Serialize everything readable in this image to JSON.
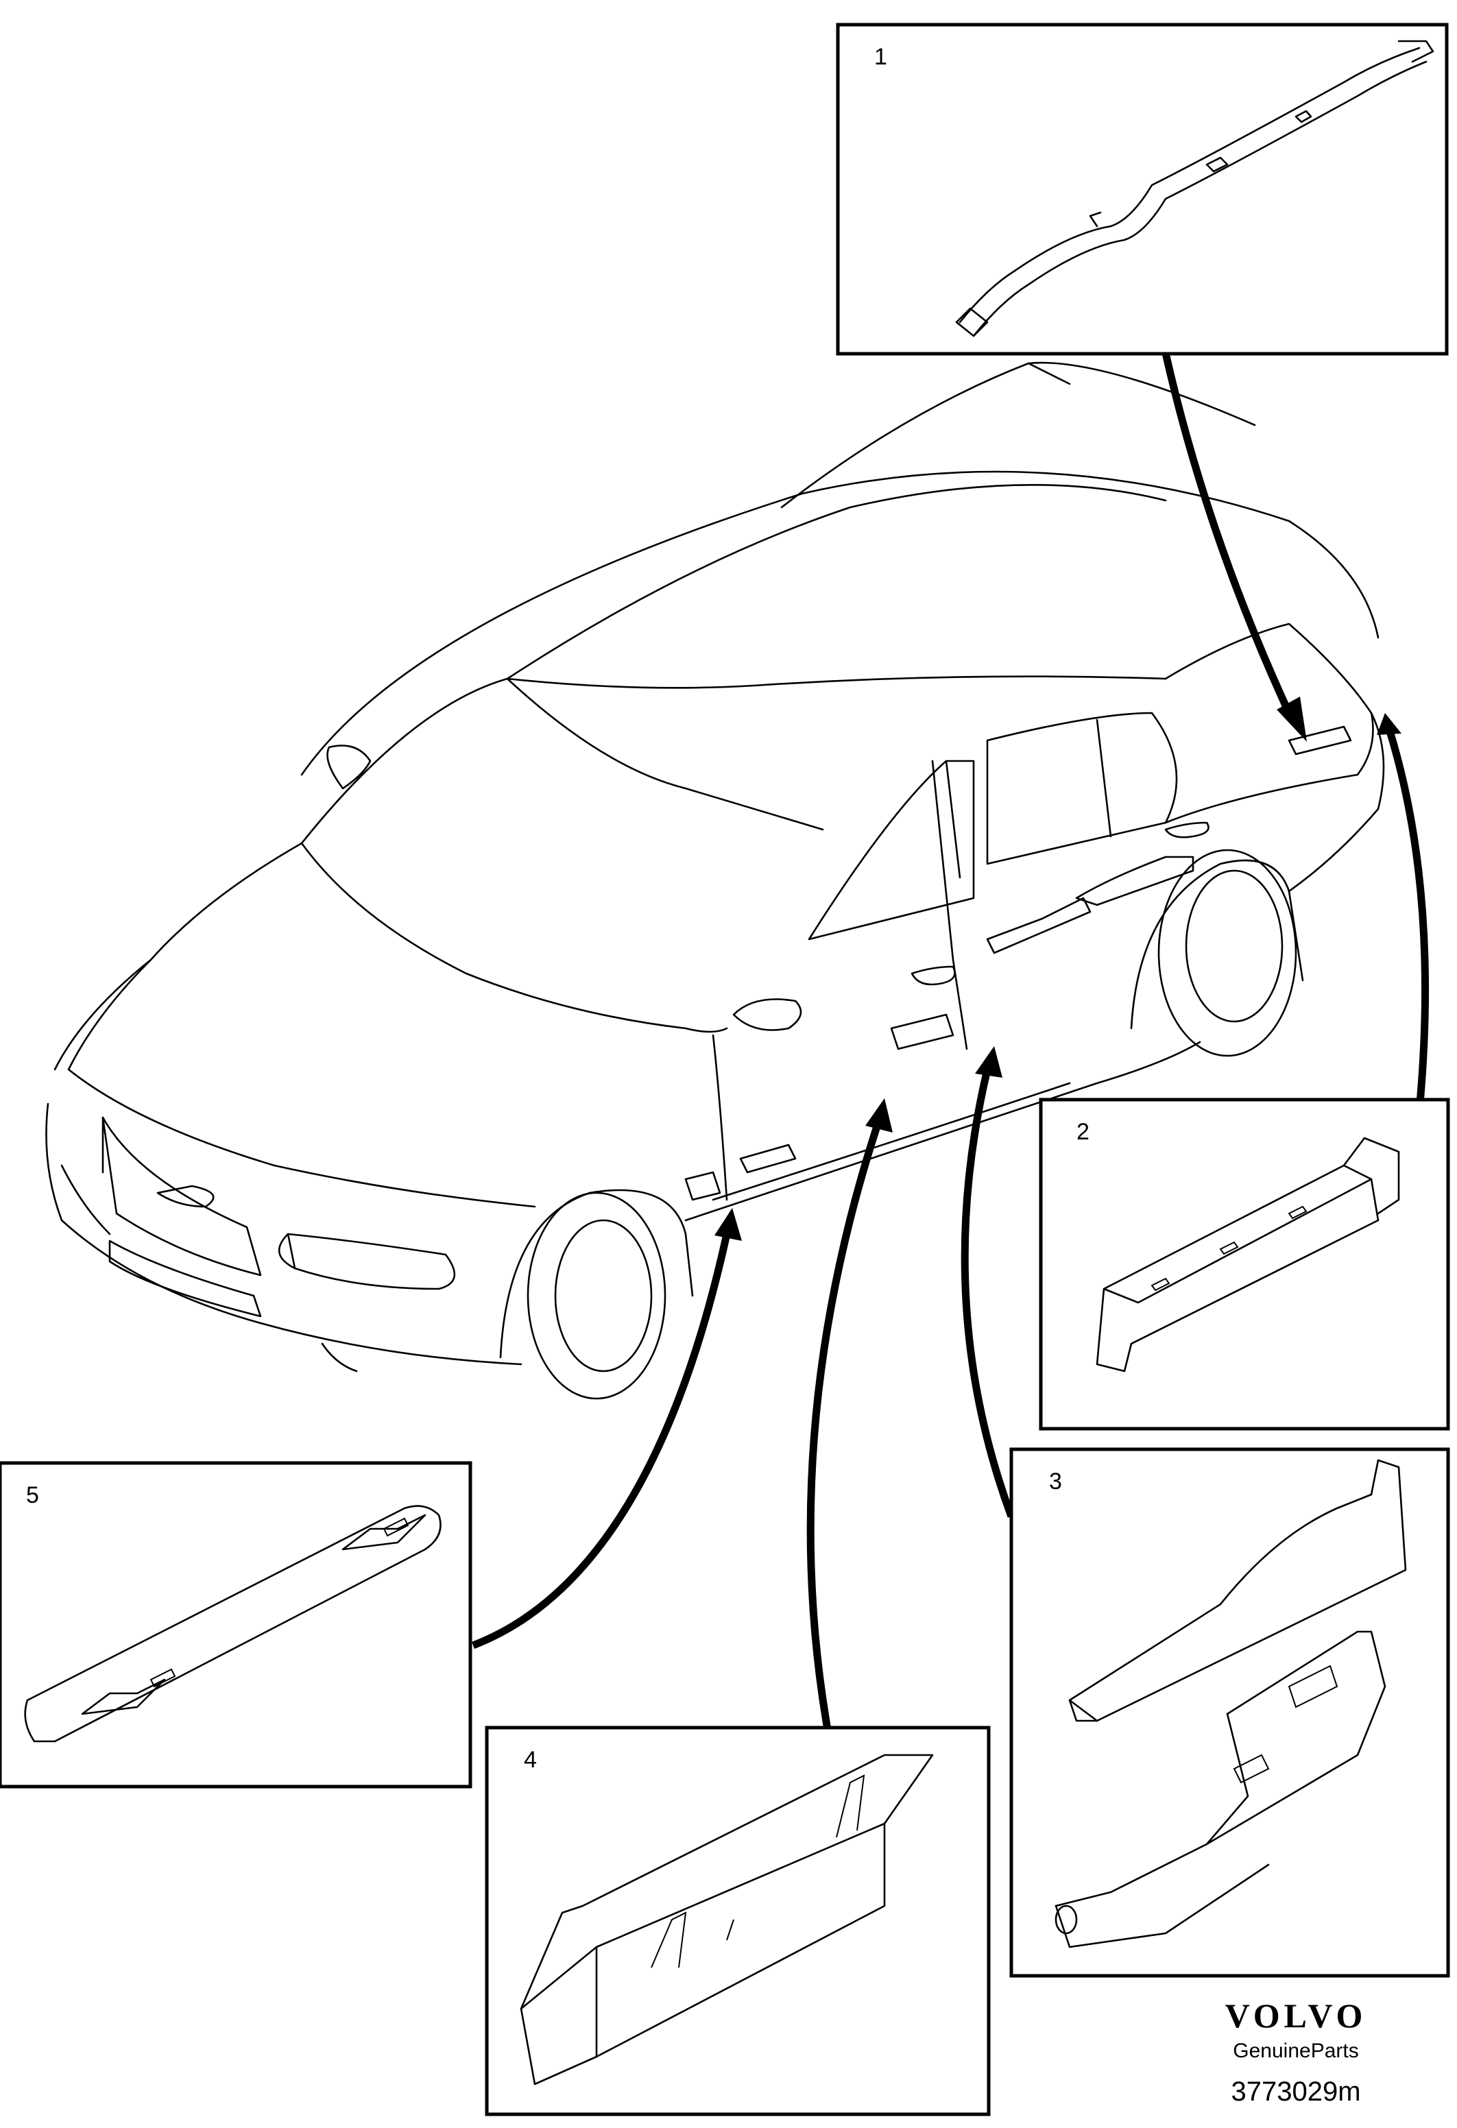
{
  "callouts": [
    {
      "id": "1",
      "label": "1"
    },
    {
      "id": "2",
      "label": "2"
    },
    {
      "id": "3",
      "label": "3"
    },
    {
      "id": "4",
      "label": "4"
    },
    {
      "id": "5",
      "label": "5"
    }
  ],
  "brand": {
    "logo": "VOLVO",
    "tagline": "GenuineParts",
    "part_code": "3773029m"
  }
}
